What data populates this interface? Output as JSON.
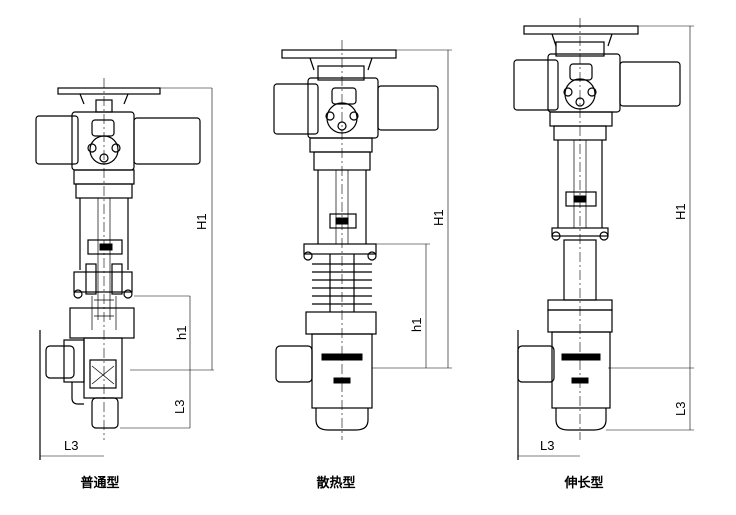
{
  "dimension_labels": {
    "h_total": "H1",
    "h_stem": "h1",
    "l_length": "L3"
  },
  "variants": [
    {
      "caption": "普通型"
    },
    {
      "caption": "散热型"
    },
    {
      "caption": "伸长型"
    }
  ]
}
